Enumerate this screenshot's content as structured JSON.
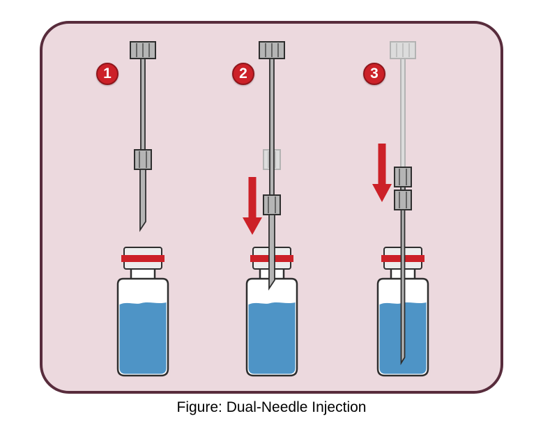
{
  "figure": {
    "caption": "Figure: Dual-Needle Injection"
  },
  "steps": [
    {
      "number": "1",
      "shows_arrow": false,
      "description_visible": false
    },
    {
      "number": "2",
      "shows_arrow": true,
      "description_visible": false
    },
    {
      "number": "3",
      "shows_arrow": true,
      "description_visible": false
    }
  ],
  "icons": {
    "down_arrow": "▼",
    "step_badge_shape": "red-circle-white-number"
  },
  "colors": {
    "panel_bg": "#ecd9de",
    "panel_border": "#582c3c",
    "red": "#cc2128",
    "liquid": "#4e94c6",
    "metal": "#b5b5b5",
    "ghost": "#dcdcdc",
    "ghost_stroke": "#b3b3b3",
    "outline": "#2e2e2e"
  }
}
